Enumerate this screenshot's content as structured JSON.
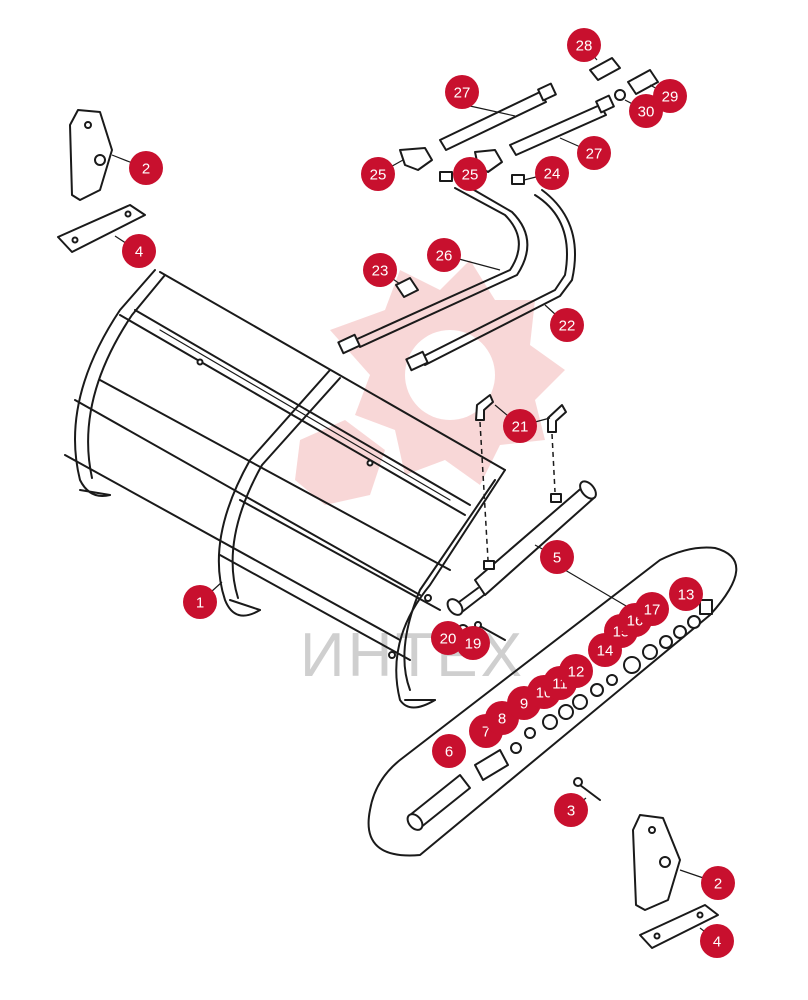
{
  "colors": {
    "badge": "#c8102e",
    "badge_text": "#ffffff",
    "line": "#1a1a1a",
    "watermark": "#f3b7b7",
    "watermark_text": "#cfcfcf"
  },
  "watermark": {
    "text": "ИНТЕХ"
  },
  "callouts": [
    {
      "id": "c1",
      "label": "1"
    },
    {
      "id": "c2a",
      "label": "2"
    },
    {
      "id": "c2b",
      "label": "2"
    },
    {
      "id": "c3",
      "label": "3"
    },
    {
      "id": "c4a",
      "label": "4"
    },
    {
      "id": "c4b",
      "label": "4"
    },
    {
      "id": "c5",
      "label": "5"
    },
    {
      "id": "c6",
      "label": "6"
    },
    {
      "id": "c7",
      "label": "7"
    },
    {
      "id": "c8",
      "label": "8"
    },
    {
      "id": "c9",
      "label": "9"
    },
    {
      "id": "c10",
      "label": "10"
    },
    {
      "id": "c11",
      "label": "11"
    },
    {
      "id": "c12",
      "label": "12"
    },
    {
      "id": "c14",
      "label": "14"
    },
    {
      "id": "c15",
      "label": "15"
    },
    {
      "id": "c16",
      "label": "16"
    },
    {
      "id": "c17",
      "label": "17"
    },
    {
      "id": "c13",
      "label": "13"
    },
    {
      "id": "c19",
      "label": "19"
    },
    {
      "id": "c20",
      "label": "20"
    },
    {
      "id": "c21",
      "label": "21"
    },
    {
      "id": "c22",
      "label": "22"
    },
    {
      "id": "c23",
      "label": "23"
    },
    {
      "id": "c24",
      "label": "24"
    },
    {
      "id": "c25a",
      "label": "25"
    },
    {
      "id": "c25b",
      "label": "25"
    },
    {
      "id": "c26",
      "label": "26"
    },
    {
      "id": "c27a",
      "label": "27"
    },
    {
      "id": "c27b",
      "label": "27"
    },
    {
      "id": "c28",
      "label": "28"
    },
    {
      "id": "c29",
      "label": "29"
    },
    {
      "id": "c30",
      "label": "30"
    }
  ]
}
